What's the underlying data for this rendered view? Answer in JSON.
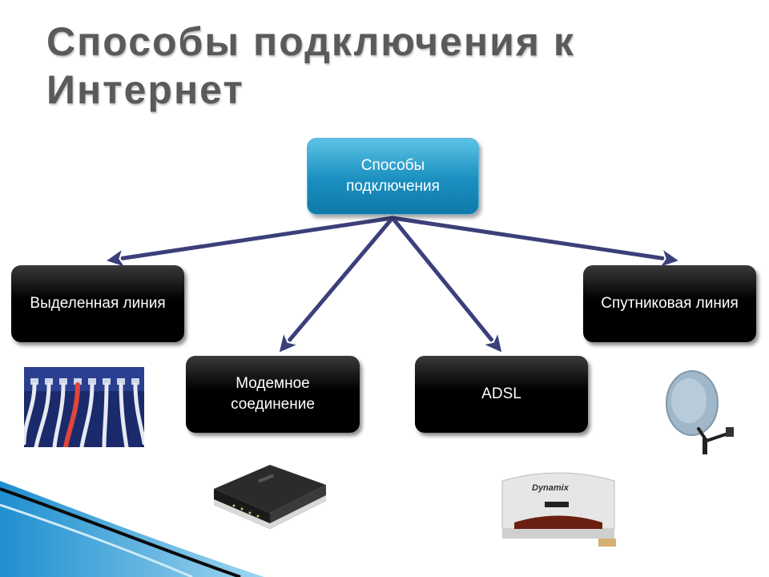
{
  "slide": {
    "title": "Способы подключения к Интернет"
  },
  "nodes": {
    "root": "Способы подключения",
    "leased_line": "Выделенная линия",
    "modem": "Модемное соединение",
    "adsl": "ADSL",
    "satellite": "Спутниковая линия"
  },
  "images": {
    "adsl_modem_brand": "Dynamix"
  },
  "colors": {
    "root_box": "#1a8fbf",
    "leaf_box": "#000000",
    "arrow": "#3b3f7a",
    "title": "#5a5a5a",
    "corner_blue": "#2f9fd6"
  },
  "icons": [
    "network-cables-photo",
    "modem-photo",
    "adsl-modem-photo",
    "satellite-dish-photo"
  ]
}
